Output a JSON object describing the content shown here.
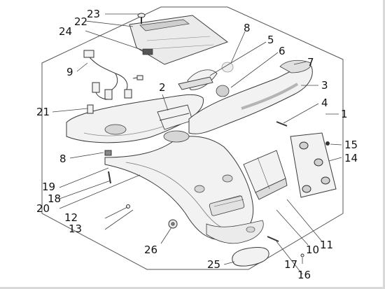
{
  "figure": {
    "type": "exploded-parts-diagram",
    "line_color": "#3a3a3a",
    "fill_color": "#f2f2f2",
    "shade_color": "#d6d6d6",
    "frame_color": "#c8c8c8"
  },
  "callouts": [
    {
      "id": "1",
      "label": "1"
    },
    {
      "id": "2",
      "label": "2"
    },
    {
      "id": "3",
      "label": "3"
    },
    {
      "id": "4",
      "label": "4"
    },
    {
      "id": "5",
      "label": "5"
    },
    {
      "id": "6",
      "label": "6"
    },
    {
      "id": "7",
      "label": "7"
    },
    {
      "id": "8a",
      "label": "8"
    },
    {
      "id": "8b",
      "label": "8"
    },
    {
      "id": "9",
      "label": "9"
    },
    {
      "id": "10",
      "label": "10"
    },
    {
      "id": "11",
      "label": "11"
    },
    {
      "id": "12",
      "label": "12"
    },
    {
      "id": "13",
      "label": "13"
    },
    {
      "id": "14",
      "label": "14"
    },
    {
      "id": "15",
      "label": "15"
    },
    {
      "id": "16",
      "label": "16"
    },
    {
      "id": "17",
      "label": "17"
    },
    {
      "id": "18",
      "label": "18"
    },
    {
      "id": "19",
      "label": "19"
    },
    {
      "id": "20",
      "label": "20"
    },
    {
      "id": "21",
      "label": "21"
    },
    {
      "id": "22",
      "label": "22"
    },
    {
      "id": "23",
      "label": "23"
    },
    {
      "id": "24",
      "label": "24"
    },
    {
      "id": "25",
      "label": "25"
    },
    {
      "id": "26",
      "label": "26"
    }
  ]
}
